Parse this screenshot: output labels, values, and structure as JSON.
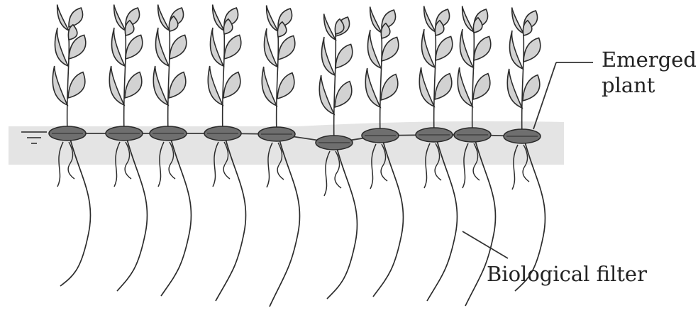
{
  "labels": {
    "emerged_line1": "Emerged",
    "emerged_line2": "plant",
    "biological_filter": "Biological filter"
  },
  "colors": {
    "water": "#e4e4e4",
    "float": "#6f6f6f",
    "leaf_fill": "#d2d2d2",
    "stroke": "#2c2c2c"
  },
  "plant_count": 10
}
